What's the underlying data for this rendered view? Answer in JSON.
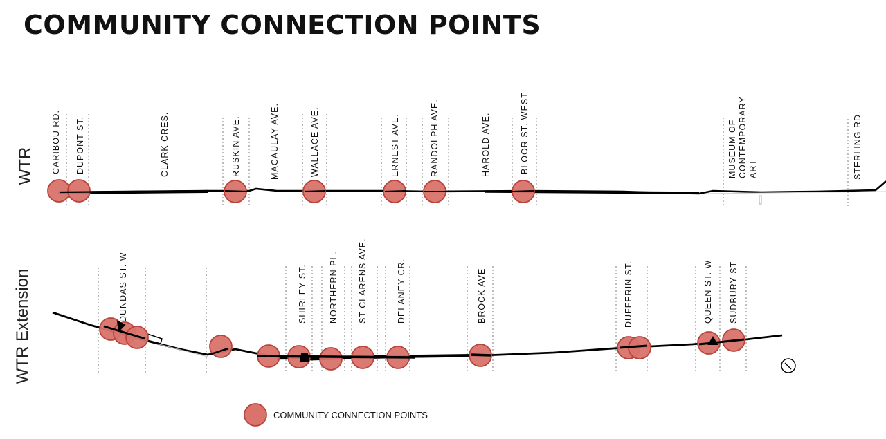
{
  "title": "COMMUNITY CONNECTION POINTS",
  "colors": {
    "marker_fill": "#d9736c",
    "marker_stroke": "#b8443c",
    "trail": "#000000",
    "guide": "#9a9a9a"
  },
  "rows": [
    {
      "label": "WTR",
      "streets": [
        "CARIBOU RD.",
        "DUPONT  ST.",
        "CLARK  CRES.",
        "RUSKIN  AVE.",
        "MACAULAY  AVE.",
        "WALLACE  AVE.",
        "ERNEST  AVE.",
        "RANDOLPH AVE.",
        "HAROLD  AVE.",
        "BLOOR  ST. WEST",
        "MUSEUM OF|CONTEMPORARY|ART",
        "STERLING RD."
      ]
    },
    {
      "label": "WTR Extension",
      "streets": [
        "DUNDAS   ST. W",
        "SHIRLEY   ST.",
        "NORTHERN  PL.",
        "ST  CLARENS  AVE.",
        "DELANEY  CR.",
        "BROCK AVE",
        "DUFFERIN  ST.",
        "QUEEN   ST. W",
        "SUDBURY  ST."
      ]
    }
  ],
  "legend": {
    "label": "COMMUNITY CONNECTION POINTS"
  },
  "compass": {
    "icon": "north-arrow-icon"
  }
}
